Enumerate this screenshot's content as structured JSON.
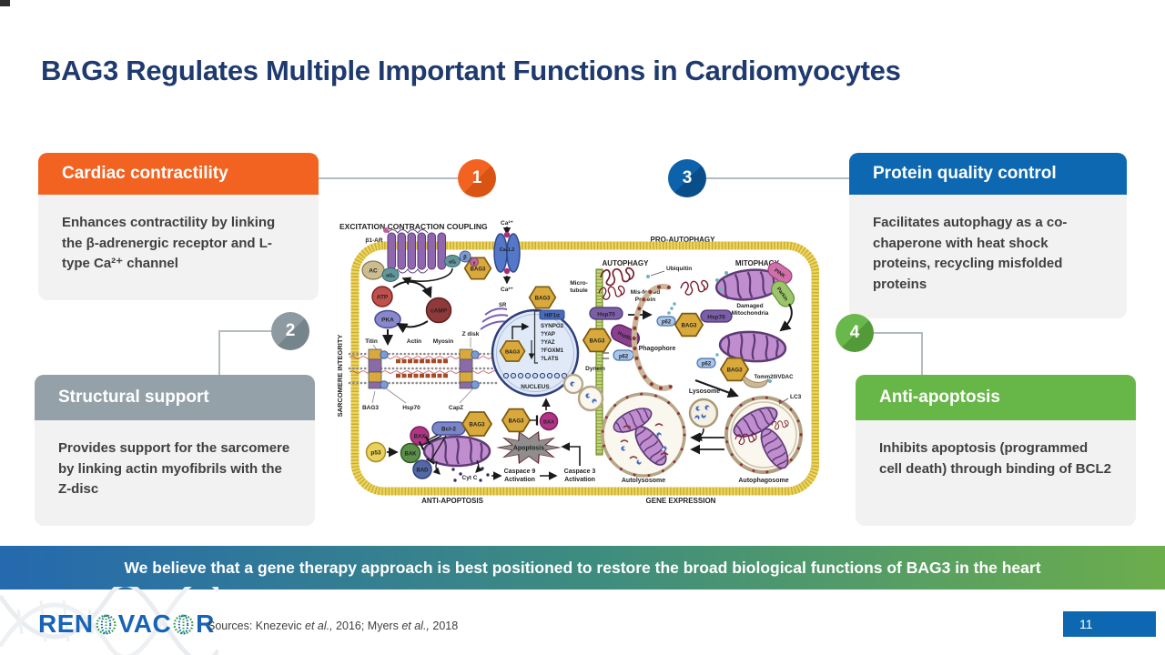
{
  "slide": {
    "title": "BAG3 Regulates Multiple Important Functions in Cardiomyocytes",
    "page_number": "11"
  },
  "colors": {
    "title_navy": "#1e3a6e",
    "cardiac_orange": "#f26322",
    "protein_blue": "#0d68b1",
    "structural_gray": "#94a1a9",
    "anti_green": "#67b748",
    "banner_gradient_left": "#2569ae",
    "banner_gradient_right": "#6cad4c",
    "logo_blue": "#1663b8",
    "card_body_gray": "#f2f2f2"
  },
  "callouts": {
    "cardiac": {
      "number": "1",
      "title": "Cardiac contractility",
      "body": "Enhances contractility by linking the β-adrenergic receptor and L-type Ca²⁺ channel"
    },
    "structural": {
      "number": "2",
      "title": "Structural support",
      "body": "Provides support for the sarcomere by linking actin myofibrils with the Z-disc"
    },
    "protein": {
      "number": "3",
      "title": "Protein quality control",
      "body": "Facilitates autophagy as a co-chaperone with heat shock proteins, recycling misfolded proteins"
    },
    "antiapoptosis": {
      "number": "4",
      "title": "Anti-apoptosis",
      "body": "Inhibits apoptosis (programmed cell death) through binding of BCL2"
    }
  },
  "banner": {
    "text": "We believe that a gene therapy approach is best positioned to restore the broad biological functions of BAG3 in the heart"
  },
  "footer": {
    "logo": {
      "part1": "REN",
      "part2": "VAC",
      "part3": "R"
    },
    "sources": {
      "s1": "Sources: Knezevic ",
      "i1": "et al.,",
      "s2": " 2016; Myers ",
      "i2": "et al.,",
      "s3": " 2018"
    }
  },
  "diagram": {
    "labels": {
      "ecc": "EXCITATION CONTRACTION COUPLING",
      "ca2": "Ca²⁺",
      "b1ar": "β1-AR",
      "cav12": "Caᵥ1.2",
      "ac": "AC",
      "ags": "αGₛ",
      "agi": "αGᵢ",
      "beta": "β",
      "gamma": "γ",
      "bag3": "BAG3",
      "atp": "ATP",
      "camp": "cAMP",
      "pka": "PKA",
      "sr": "SR",
      "titin": "Titin",
      "actin": "Actin",
      "myosin": "Myosin",
      "zdisk": "Z disk",
      "sarcomere_integrity": "SARCOMERE INTEGRITY",
      "hsp70": "Hsp70",
      "capz": "CapZ",
      "nucleus": "NUCLEUS",
      "hif1a": "HIF1α",
      "synpo2": "SYNPO2",
      "yap": "?YAP",
      "yaz": "?YAZ",
      "foxm1": "?FOXM1",
      "lats": "?LATS",
      "microtubule1": "Micro-",
      "microtubule2": "tubule",
      "dynein": "Dynein",
      "hspb8": "HspB8",
      "p62": "p62",
      "pro_autophagy": "PRO-AUTOPHAGY",
      "autophagy": "AUTOPHAGY",
      "ubiquitin": "Ubiquitin",
      "misfolded1": "Mis-folded",
      "misfolded2": "Protein",
      "mitophagy": "MITOPHAGY",
      "pink": "PINK",
      "parkin": "Parkin",
      "damaged1": "Damaged",
      "damaged2": "Mitochondria",
      "phagophore": "Phagophore",
      "tomm": "Tomm20/VDAC",
      "lysosome": "Lysosome",
      "lc3": "LC3",
      "autolysosome": "Autolysosome",
      "autophagosome": "Autophagosome",
      "p53": "p53",
      "bak": "BAK",
      "bax": "BAX",
      "bcl2": "Bcl-2",
      "bad": "BAD",
      "cytc": "Cyt C",
      "apoptosis": "Apoptosis",
      "casp9a": "Caspace 9",
      "casp9b": "Activation",
      "casp3a": "Caspace 3",
      "casp3b": "Activation",
      "anti_apoptosis": "ANTI-APOPTOSIS",
      "gene_expression": "GENE EXPRESSION"
    }
  }
}
